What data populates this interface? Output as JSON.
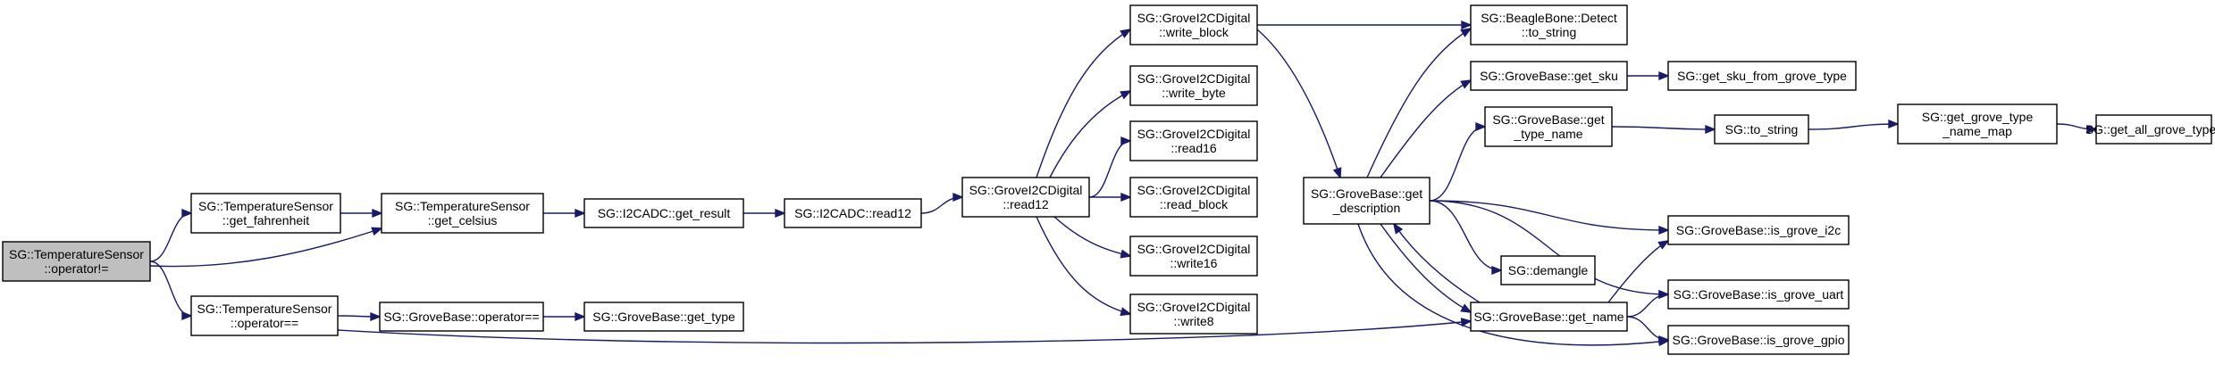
{
  "colors": {
    "edge": "#191970",
    "root_fill": "#bfbfbf",
    "node_fill": "#ffffff",
    "node_stroke": "#000000"
  },
  "nodes": [
    {
      "id": "n0",
      "lines": [
        "SG::TemperatureSensor",
        "::operator!="
      ],
      "root": true
    },
    {
      "id": "n1",
      "lines": [
        "SG::TemperatureSensor",
        "::get_fahrenheit"
      ]
    },
    {
      "id": "n2",
      "lines": [
        "SG::TemperatureSensor",
        "::get_celsius"
      ]
    },
    {
      "id": "n3",
      "lines": [
        "SG::TemperatureSensor",
        "::operator=="
      ]
    },
    {
      "id": "n4",
      "lines": [
        "SG::I2CADC::get_result"
      ]
    },
    {
      "id": "n5",
      "lines": [
        "SG::I2CADC::read12"
      ]
    },
    {
      "id": "n6",
      "lines": [
        "SG::GroveI2CDigital",
        "::read12"
      ]
    },
    {
      "id": "n7",
      "lines": [
        "SG::GroveI2CDigital",
        "::write_block"
      ]
    },
    {
      "id": "n8",
      "lines": [
        "SG::GroveI2CDigital",
        "::write_byte"
      ]
    },
    {
      "id": "n9",
      "lines": [
        "SG::GroveI2CDigital",
        "::read16"
      ]
    },
    {
      "id": "n10",
      "lines": [
        "SG::GroveI2CDigital",
        "::read_block"
      ]
    },
    {
      "id": "n11",
      "lines": [
        "SG::GroveI2CDigital",
        "::write16"
      ]
    },
    {
      "id": "n12",
      "lines": [
        "SG::GroveI2CDigital",
        "::write8"
      ]
    },
    {
      "id": "n13",
      "lines": [
        "SG::GroveBase::operator=="
      ]
    },
    {
      "id": "n14",
      "lines": [
        "SG::GroveBase::get_type"
      ]
    },
    {
      "id": "n15",
      "lines": [
        "SG::GroveBase::get",
        "_description"
      ]
    },
    {
      "id": "n16",
      "lines": [
        "SG::BeagleBone::Detect",
        "::to_string"
      ]
    },
    {
      "id": "n17",
      "lines": [
        "SG::GroveBase::get_sku"
      ]
    },
    {
      "id": "n18",
      "lines": [
        "SG::GroveBase::get",
        "_type_name"
      ]
    },
    {
      "id": "n19",
      "lines": [
        "SG::demangle"
      ]
    },
    {
      "id": "n20",
      "lines": [
        "SG::GroveBase::get_name"
      ]
    },
    {
      "id": "n21",
      "lines": [
        "SG::get_sku_from_grove_type"
      ]
    },
    {
      "id": "n22",
      "lines": [
        "SG::to_string"
      ]
    },
    {
      "id": "n23",
      "lines": [
        "SG::GroveBase::is_grove_i2c"
      ]
    },
    {
      "id": "n24",
      "lines": [
        "SG::GroveBase::is_grove_uart"
      ]
    },
    {
      "id": "n25",
      "lines": [
        "SG::GroveBase::is_grove_gpio"
      ]
    },
    {
      "id": "n26",
      "lines": [
        "SG::get_grove_type",
        "_name_map"
      ]
    },
    {
      "id": "n27",
      "lines": [
        "SG::get_all_grove_types"
      ]
    }
  ],
  "edges": [
    [
      "n0",
      "n1"
    ],
    [
      "n0",
      "n2"
    ],
    [
      "n0",
      "n3"
    ],
    [
      "n1",
      "n2"
    ],
    [
      "n2",
      "n4"
    ],
    [
      "n4",
      "n5"
    ],
    [
      "n5",
      "n6"
    ],
    [
      "n6",
      "n7"
    ],
    [
      "n6",
      "n8"
    ],
    [
      "n6",
      "n9"
    ],
    [
      "n6",
      "n10"
    ],
    [
      "n6",
      "n11"
    ],
    [
      "n6",
      "n12"
    ],
    [
      "n3",
      "n13"
    ],
    [
      "n3",
      "n20"
    ],
    [
      "n13",
      "n14"
    ],
    [
      "n7",
      "n16"
    ],
    [
      "n7",
      "n15"
    ],
    [
      "n15",
      "n16"
    ],
    [
      "n15",
      "n17"
    ],
    [
      "n15",
      "n18"
    ],
    [
      "n15",
      "n19"
    ],
    [
      "n15",
      "n20"
    ],
    [
      "n15",
      "n23"
    ],
    [
      "n15",
      "n24"
    ],
    [
      "n15",
      "n25"
    ],
    [
      "n17",
      "n21"
    ],
    [
      "n18",
      "n22"
    ],
    [
      "n22",
      "n26"
    ],
    [
      "n26",
      "n27"
    ],
    [
      "n20",
      "n15"
    ],
    [
      "n20",
      "n23"
    ],
    [
      "n20",
      "n24"
    ],
    [
      "n20",
      "n25"
    ]
  ]
}
